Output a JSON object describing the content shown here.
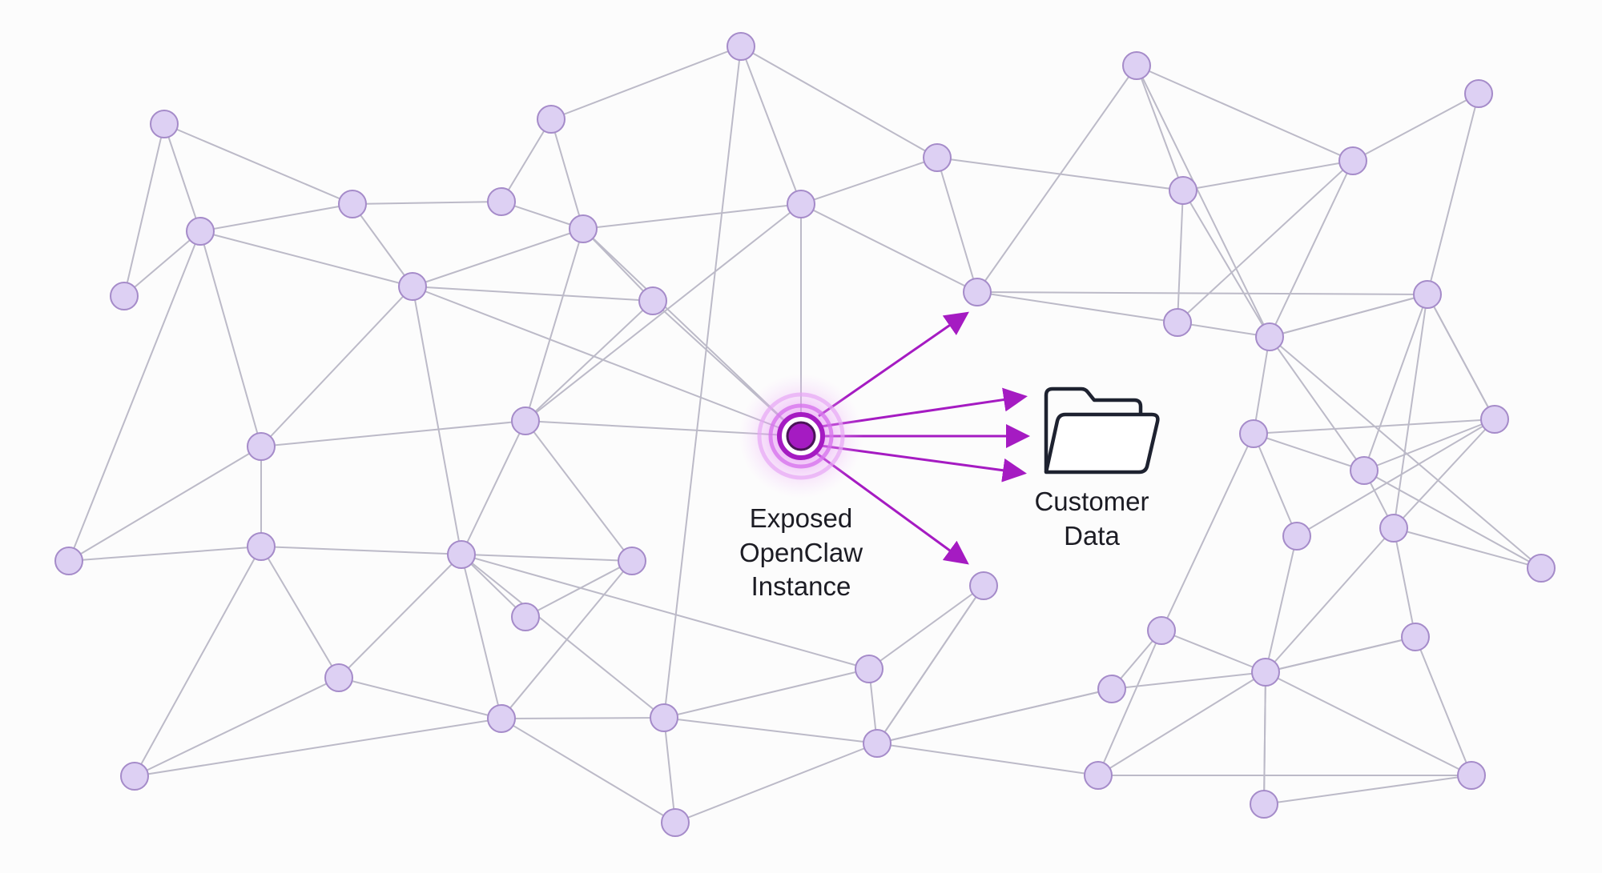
{
  "colors": {
    "background": "#fcfcfc",
    "edge": "#bcbac8",
    "node_fill": "#ddd0f3",
    "node_stroke": "#a58bc9",
    "exposed_node": "#a51bc2",
    "glow": "#d96ef0",
    "arrow": "#a51bc2",
    "folder_icon": "#1e2230",
    "label_text": "#1c1c24"
  },
  "diagram": {
    "exposed_instance": {
      "label_lines": [
        "Exposed",
        "OpenClaw",
        "Instance"
      ],
      "icon": "target-icon"
    },
    "customer_data": {
      "label_lines": [
        "Customer",
        "Data"
      ],
      "icon": "folder-icon"
    }
  }
}
